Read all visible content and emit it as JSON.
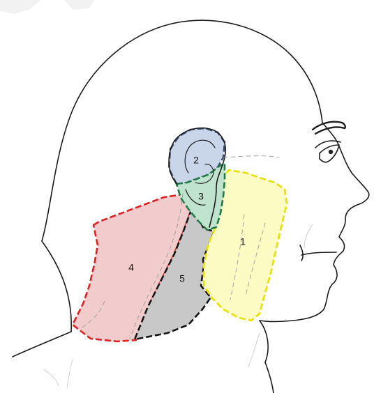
{
  "regions": [
    {
      "label": "1",
      "fill": "#fdfbc4",
      "stroke": "#e8e000"
    },
    {
      "label": "2",
      "fill": "#c9d6ea",
      "stroke": "#3b4e72"
    },
    {
      "label": "3",
      "fill": "#bfe3cc",
      "stroke": "#1f7a45"
    },
    {
      "label": "4",
      "fill": "#f2cccc",
      "stroke": "#e02020"
    },
    {
      "label": "5",
      "fill": "#c8c8c8",
      "stroke": "#151515"
    }
  ]
}
